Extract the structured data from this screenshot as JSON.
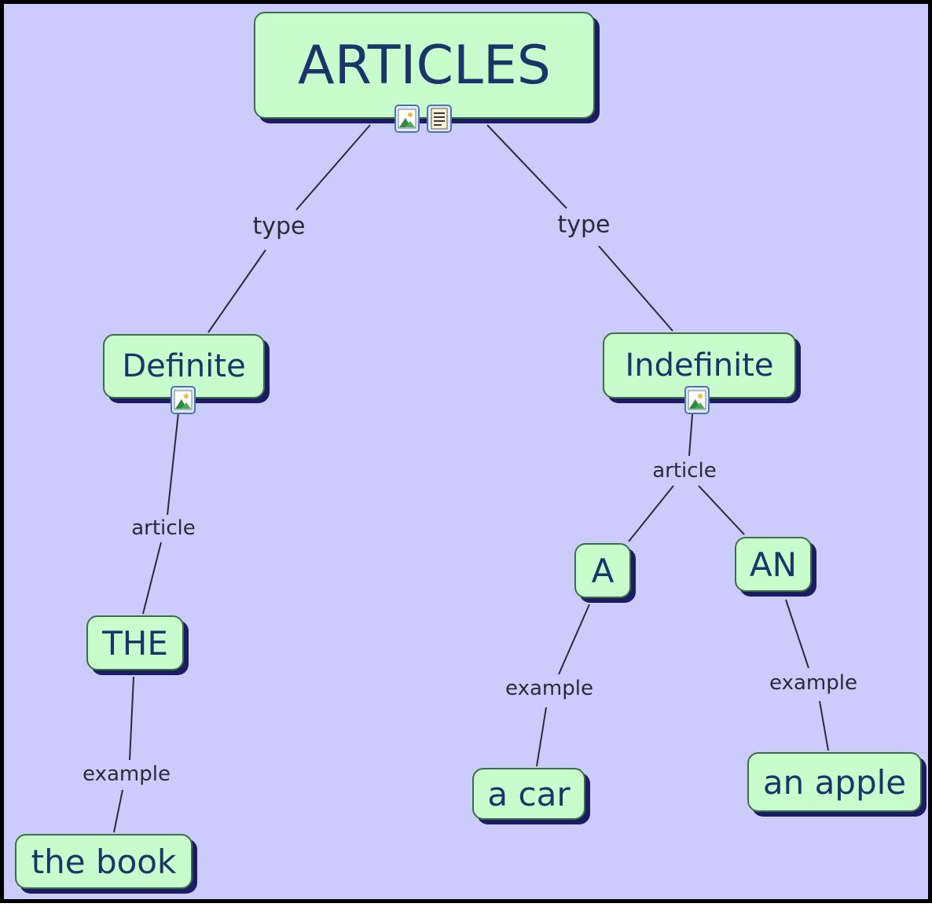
{
  "nodes": {
    "articles": "ARTICLES",
    "definite": "Definite",
    "indefinite": "Indefinite",
    "the": "THE",
    "a": "A",
    "an": "AN",
    "the_book": "the book",
    "a_car": "a car",
    "an_apple": "an apple"
  },
  "links": {
    "type_left": "type",
    "type_right": "type",
    "article_left": "article",
    "article_right": "article",
    "example_the": "example",
    "example_a": "example",
    "example_an": "example"
  },
  "icons": {
    "articles": [
      "image-icon",
      "document-icon"
    ],
    "definite": [
      "image-icon"
    ],
    "indefinite": [
      "image-icon"
    ]
  },
  "colors": {
    "background": "#ccccfc",
    "node_fill": "#c8fccc",
    "node_border": "#3c6f44",
    "node_shadow": "#1c1c64",
    "node_text": "#1a3668",
    "link_line": "#2a2a3a"
  }
}
